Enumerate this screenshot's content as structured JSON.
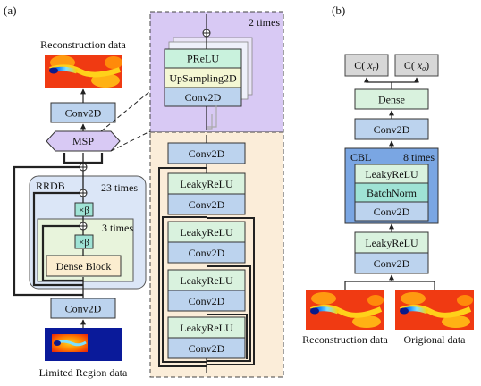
{
  "panel_a": {
    "label": "(a)",
    "recon_title": "Reconstruction data",
    "limited_title": "Limited Region data",
    "msp": "MSP",
    "top_conv": "Conv2D",
    "bottom_conv": "Conv2D",
    "rrdb_label": "RRDB",
    "rrdb_times": "23 times",
    "inner_times": "3 times",
    "beta": "×β",
    "dense_block": "Dense Block"
  },
  "msp_detail": {
    "times": "2 times",
    "prelu": "PReLU",
    "upsampling": "UpSampling2D",
    "conv": "Conv2D"
  },
  "dense_detail": {
    "top_conv": "Conv2D",
    "units": [
      {
        "act": "LeakyReLU",
        "conv": "Conv2D"
      },
      {
        "act": "LeakyReLU",
        "conv": "Conv2D"
      },
      {
        "act": "LeakyReLU",
        "conv": "Conv2D"
      },
      {
        "act": "LeakyReLU",
        "conv": "Conv2D"
      }
    ]
  },
  "panel_b": {
    "label": "(b)",
    "out1": "C( x_r )",
    "out1_main": "C(",
    "out1_var": "x",
    "out1_sub": "r",
    "out1_close": ")",
    "out2_main": "C(",
    "out2_var": "x",
    "out2_sub": "o",
    "out2_close": ")",
    "dense": "Dense",
    "conv_top": "Conv2D",
    "cbl_label": "CBL",
    "cbl_times": "8 times",
    "cbl_leaky": "LeakyReLU",
    "cbl_bn": "BatchNorm",
    "cbl_conv": "Conv2D",
    "leaky": "LeakyReLU",
    "conv_bottom": "Conv2D",
    "recon_caption": "Reconstruction data",
    "orig_caption": "Origional data"
  },
  "colors": {
    "block_blue": "#bcd3ee",
    "block_green": "#d9f2de",
    "beta_teal": "#9fe3d5",
    "msp_purple": "#d8c9f4",
    "rrdb_bg": "#dbe6f7",
    "dense_bg": "#e8f4dc",
    "dense_block": "#fbedcf",
    "cbl_blue": "#7aa6e3"
  }
}
